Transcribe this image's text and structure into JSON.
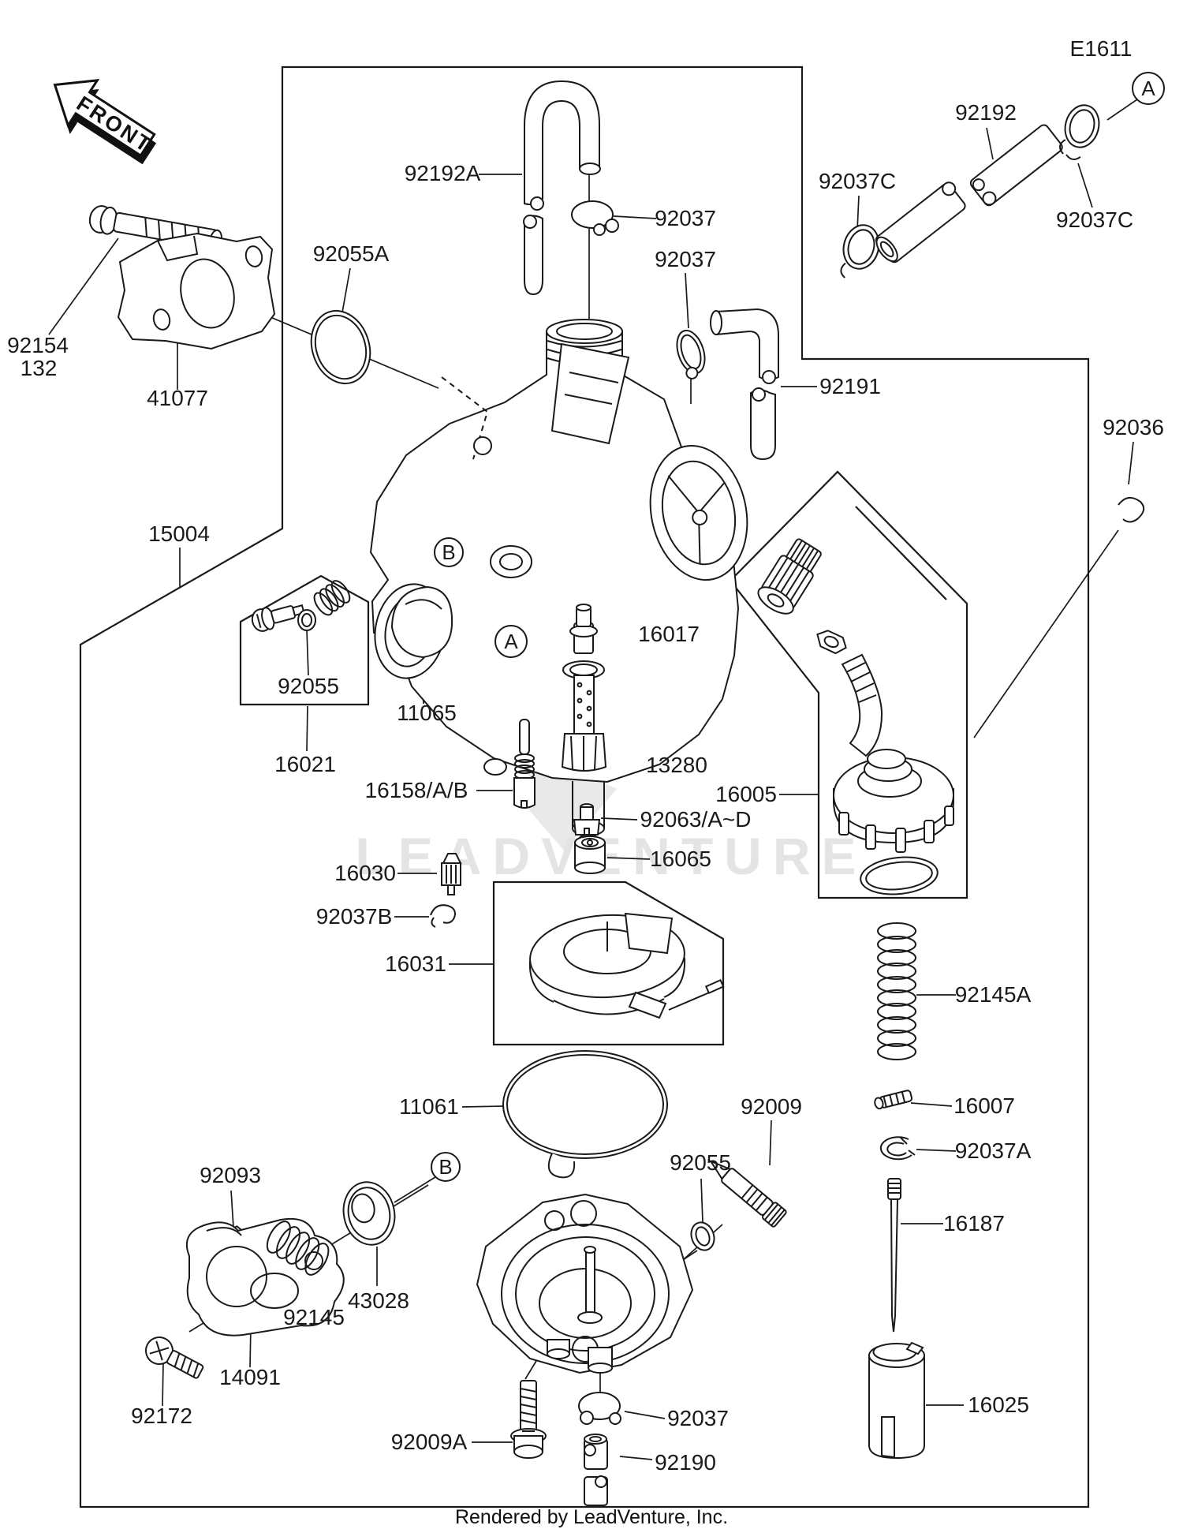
{
  "diagram": {
    "page_code": "E1611",
    "front_label": "FRONT",
    "watermark_text": "LEADVENTURE",
    "footer_text": "Rendered by LeadVenture, Inc.",
    "line_color": "#1a1a1a",
    "watermark_color": "#e4e4e4",
    "callouts": {
      "a": "A",
      "b": "B"
    },
    "parts": {
      "p92192": "92192",
      "p92037c_left": "92037C",
      "p92037c_right": "92037C",
      "p92192a": "92192A",
      "p92037_top1": "92037",
      "p92037_top2": "92037",
      "p92191": "92191",
      "p92036": "92036",
      "p92154": "92154",
      "p132": "132",
      "p41077": "41077",
      "p92055a": "92055A",
      "p15004": "15004",
      "p92055_kit": "92055",
      "p16021": "16021",
      "p11065": "11065",
      "p16158": "16158/A/B",
      "p16017": "16017",
      "p13280": "13280",
      "p16005": "16005",
      "p92063": "92063/A~D",
      "p16065": "16065",
      "p16030": "16030",
      "p92037b": "92037B",
      "p16031": "16031",
      "p92145a": "92145A",
      "p16007": "16007",
      "p92037a": "92037A",
      "p16187": "16187",
      "p16025": "16025",
      "p11061": "11061",
      "p92009": "92009",
      "p92055_bowl": "92055",
      "p92093": "92093",
      "p43028": "43028",
      "p92145": "92145",
      "p14091": "14091",
      "p92172": "92172",
      "p92009a": "92009A",
      "p92037_bottom": "92037",
      "p92190": "92190"
    }
  }
}
